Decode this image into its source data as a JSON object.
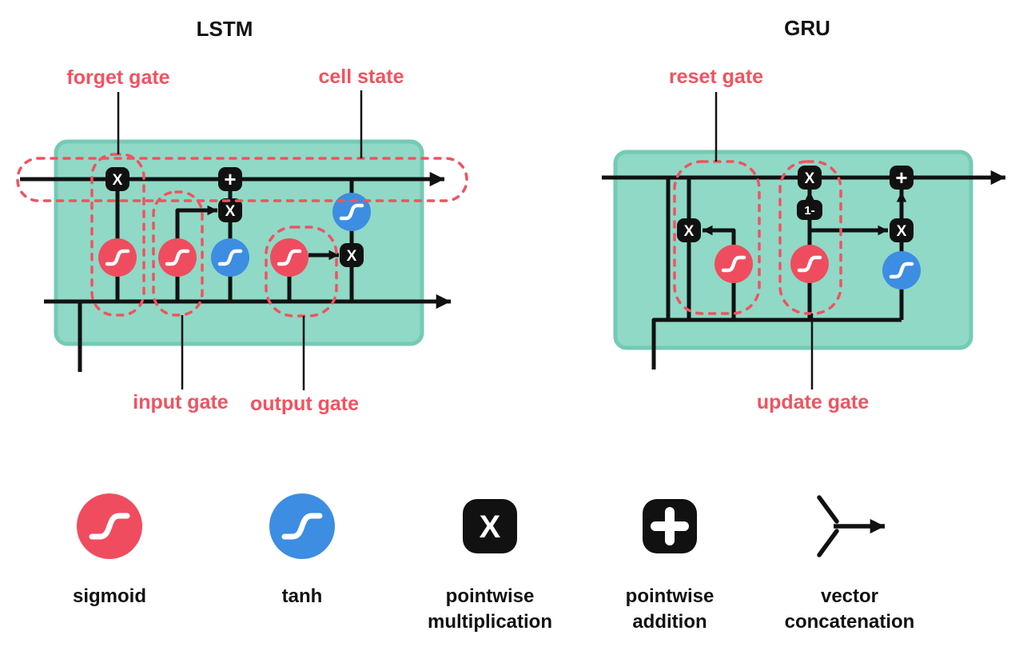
{
  "colors": {
    "cell_fill": "#8fd9c6",
    "cell_stroke": "#75cab5",
    "sigmoid_red": "#ef4d5f",
    "tanh_blue": "#3d8de2",
    "wire_black": "#111111",
    "annotation_red": "#f2525f"
  },
  "lstm": {
    "title": "LSTM",
    "annotations": {
      "forget_gate": "forget gate",
      "cell_state": "cell state",
      "input_gate": "input gate",
      "output_gate": "output gate"
    }
  },
  "gru": {
    "title": "GRU",
    "annotations": {
      "reset_gate": "reset gate",
      "update_gate": "update gate"
    }
  },
  "operators": {
    "multiply": "X",
    "add": "+",
    "one_minus": "1-"
  },
  "legend": {
    "sigmoid": "sigmoid",
    "tanh": "tanh",
    "pointwise_multiplication": "pointwise\nmultiplication",
    "pointwise_addition": "pointwise\naddition",
    "vector_concatenation": "vector\nconcatenation"
  }
}
